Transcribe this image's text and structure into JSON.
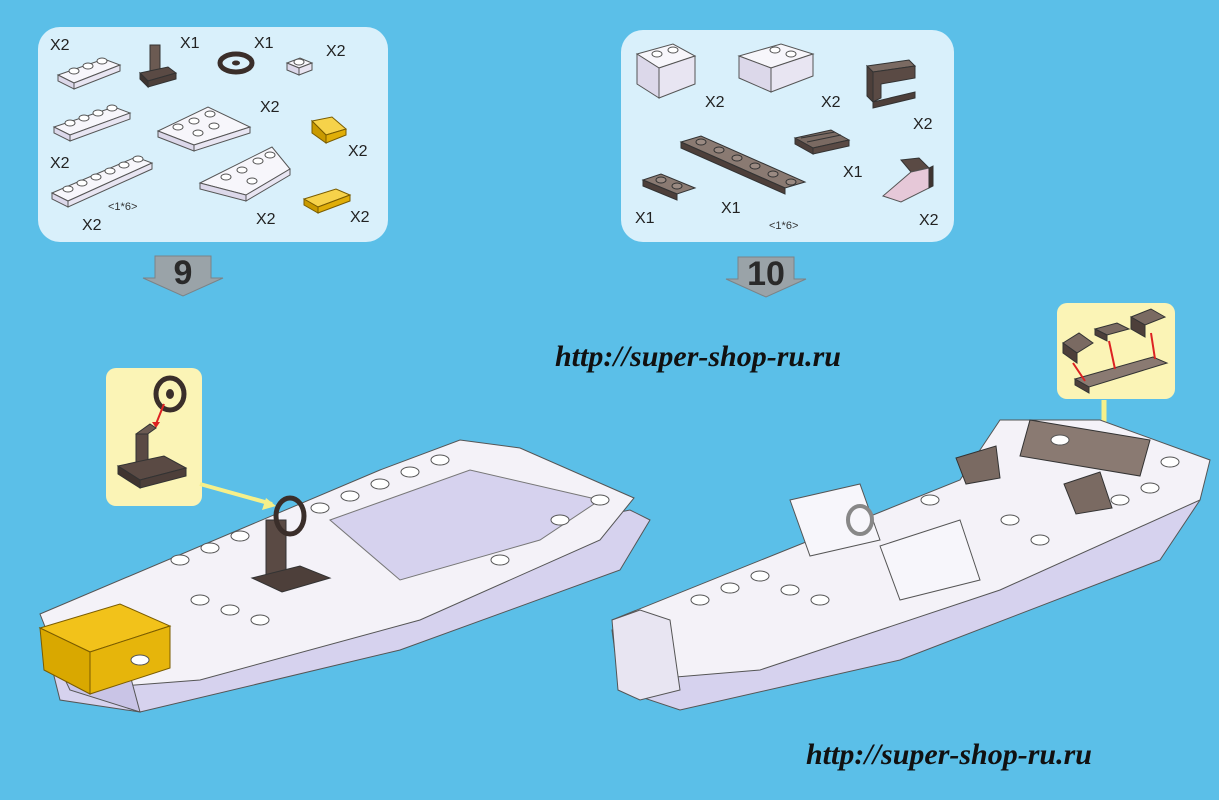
{
  "steps": {
    "step9": {
      "number": "9",
      "parts": [
        {
          "name": "white-plate-1x3",
          "qty": "X2"
        },
        {
          "name": "dark-steering-stand",
          "qty": "X1"
        },
        {
          "name": "dark-steering-wheel",
          "qty": "X1"
        },
        {
          "name": "white-plate-1x1",
          "qty": "X2"
        },
        {
          "name": "white-plate-1x4",
          "qty": "X2"
        },
        {
          "name": "white-wedge-plate",
          "qty": "X2"
        },
        {
          "name": "yellow-slope",
          "qty": "X2"
        },
        {
          "name": "white-plate-1x6",
          "qty": "X2",
          "dimension": "<1*6>"
        },
        {
          "name": "white-wedge-plate-right",
          "qty": "X2"
        },
        {
          "name": "yellow-tile",
          "qty": "X2"
        }
      ]
    },
    "step10": {
      "number": "10",
      "parts": [
        {
          "name": "white-slope-brick-left",
          "qty": "X2"
        },
        {
          "name": "white-slope-brick-right",
          "qty": "X2"
        },
        {
          "name": "dark-seat",
          "qty": "X2"
        },
        {
          "name": "dark-grille-tile",
          "qty": "X1"
        },
        {
          "name": "dark-plate-1x2",
          "qty": "X1"
        },
        {
          "name": "dark-plate-1x6",
          "qty": "X1",
          "dimension": "<1*6>"
        },
        {
          "name": "dark-slope",
          "qty": "X2"
        }
      ]
    }
  },
  "watermarks": {
    "top": "http://super-shop-ru.ru",
    "bottom": "http://super-shop-ru.ru"
  },
  "colors": {
    "background": "#5bbfe8",
    "panel": "#d9f0fb",
    "callout": "#fbf4b6",
    "step_arrow": "#9aa3a8",
    "brick_white": "#f4f2f8",
    "brick_lavender": "#d6d2ee",
    "brick_dark": "#5a4a44",
    "brick_yellow": "#f2c21a"
  },
  "icons": [
    "step-arrow-icon",
    "pointer-arrow-icon"
  ]
}
